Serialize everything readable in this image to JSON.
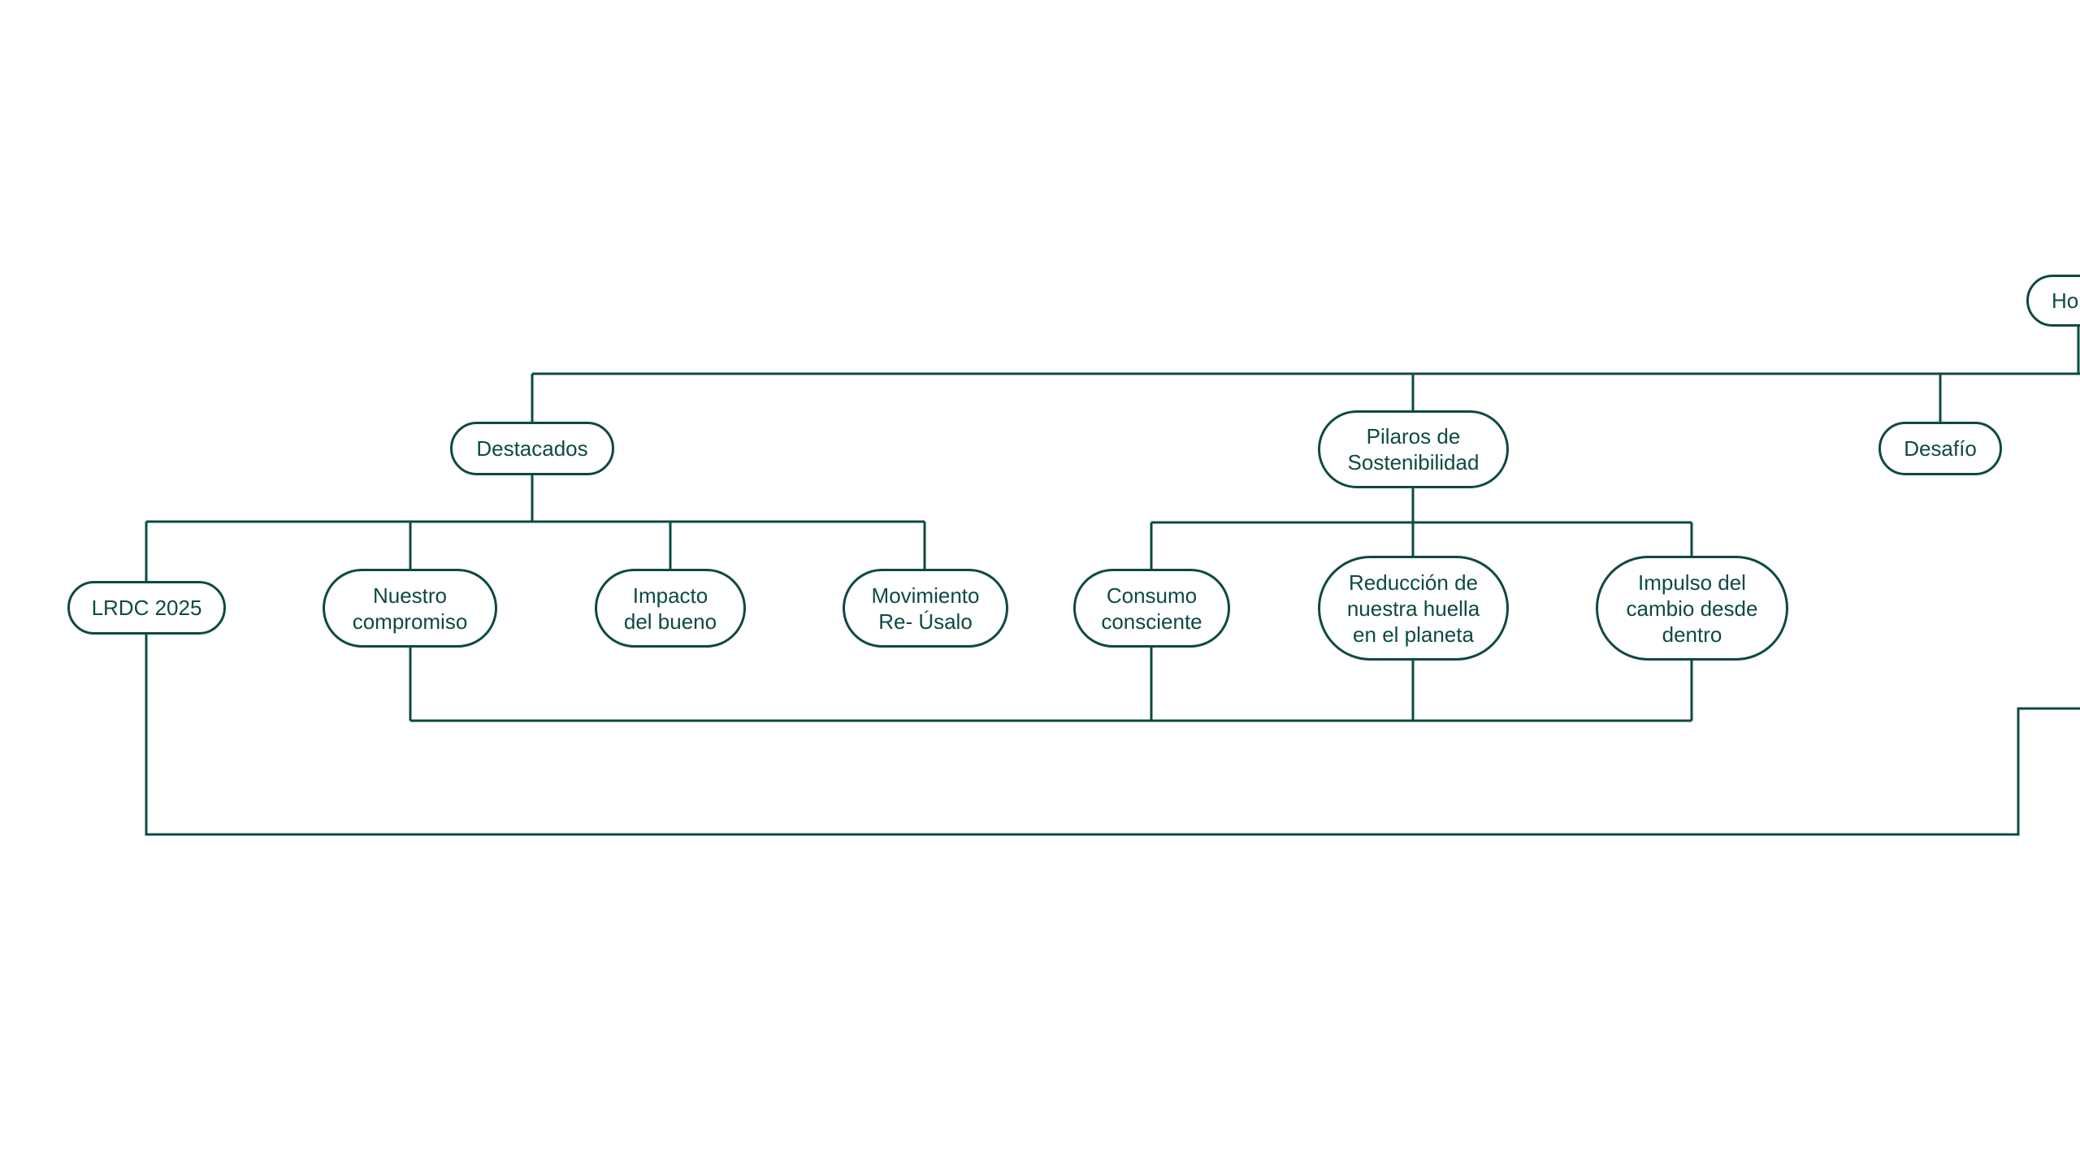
{
  "colors": {
    "stroke": "#0d4a43",
    "background": "#ffffff"
  },
  "nodes": {
    "root": "Ho",
    "destacados": "Destacados",
    "pilares": "Pilaros de\nSostenibilidad",
    "desafio": "Desafío",
    "lrdc": "LRDC 2025",
    "nuestro": "Nuestro\ncompromiso",
    "impacto": "Impacto\ndel bueno",
    "movimiento": "Movimiento\nRe- Úsalo",
    "consumo": "Consumo\nconsciente",
    "reduccion": "Reducción de\nnuestra huella\nen el planeta",
    "impulso": "Impulso del\ncambio desde\ndentro"
  }
}
